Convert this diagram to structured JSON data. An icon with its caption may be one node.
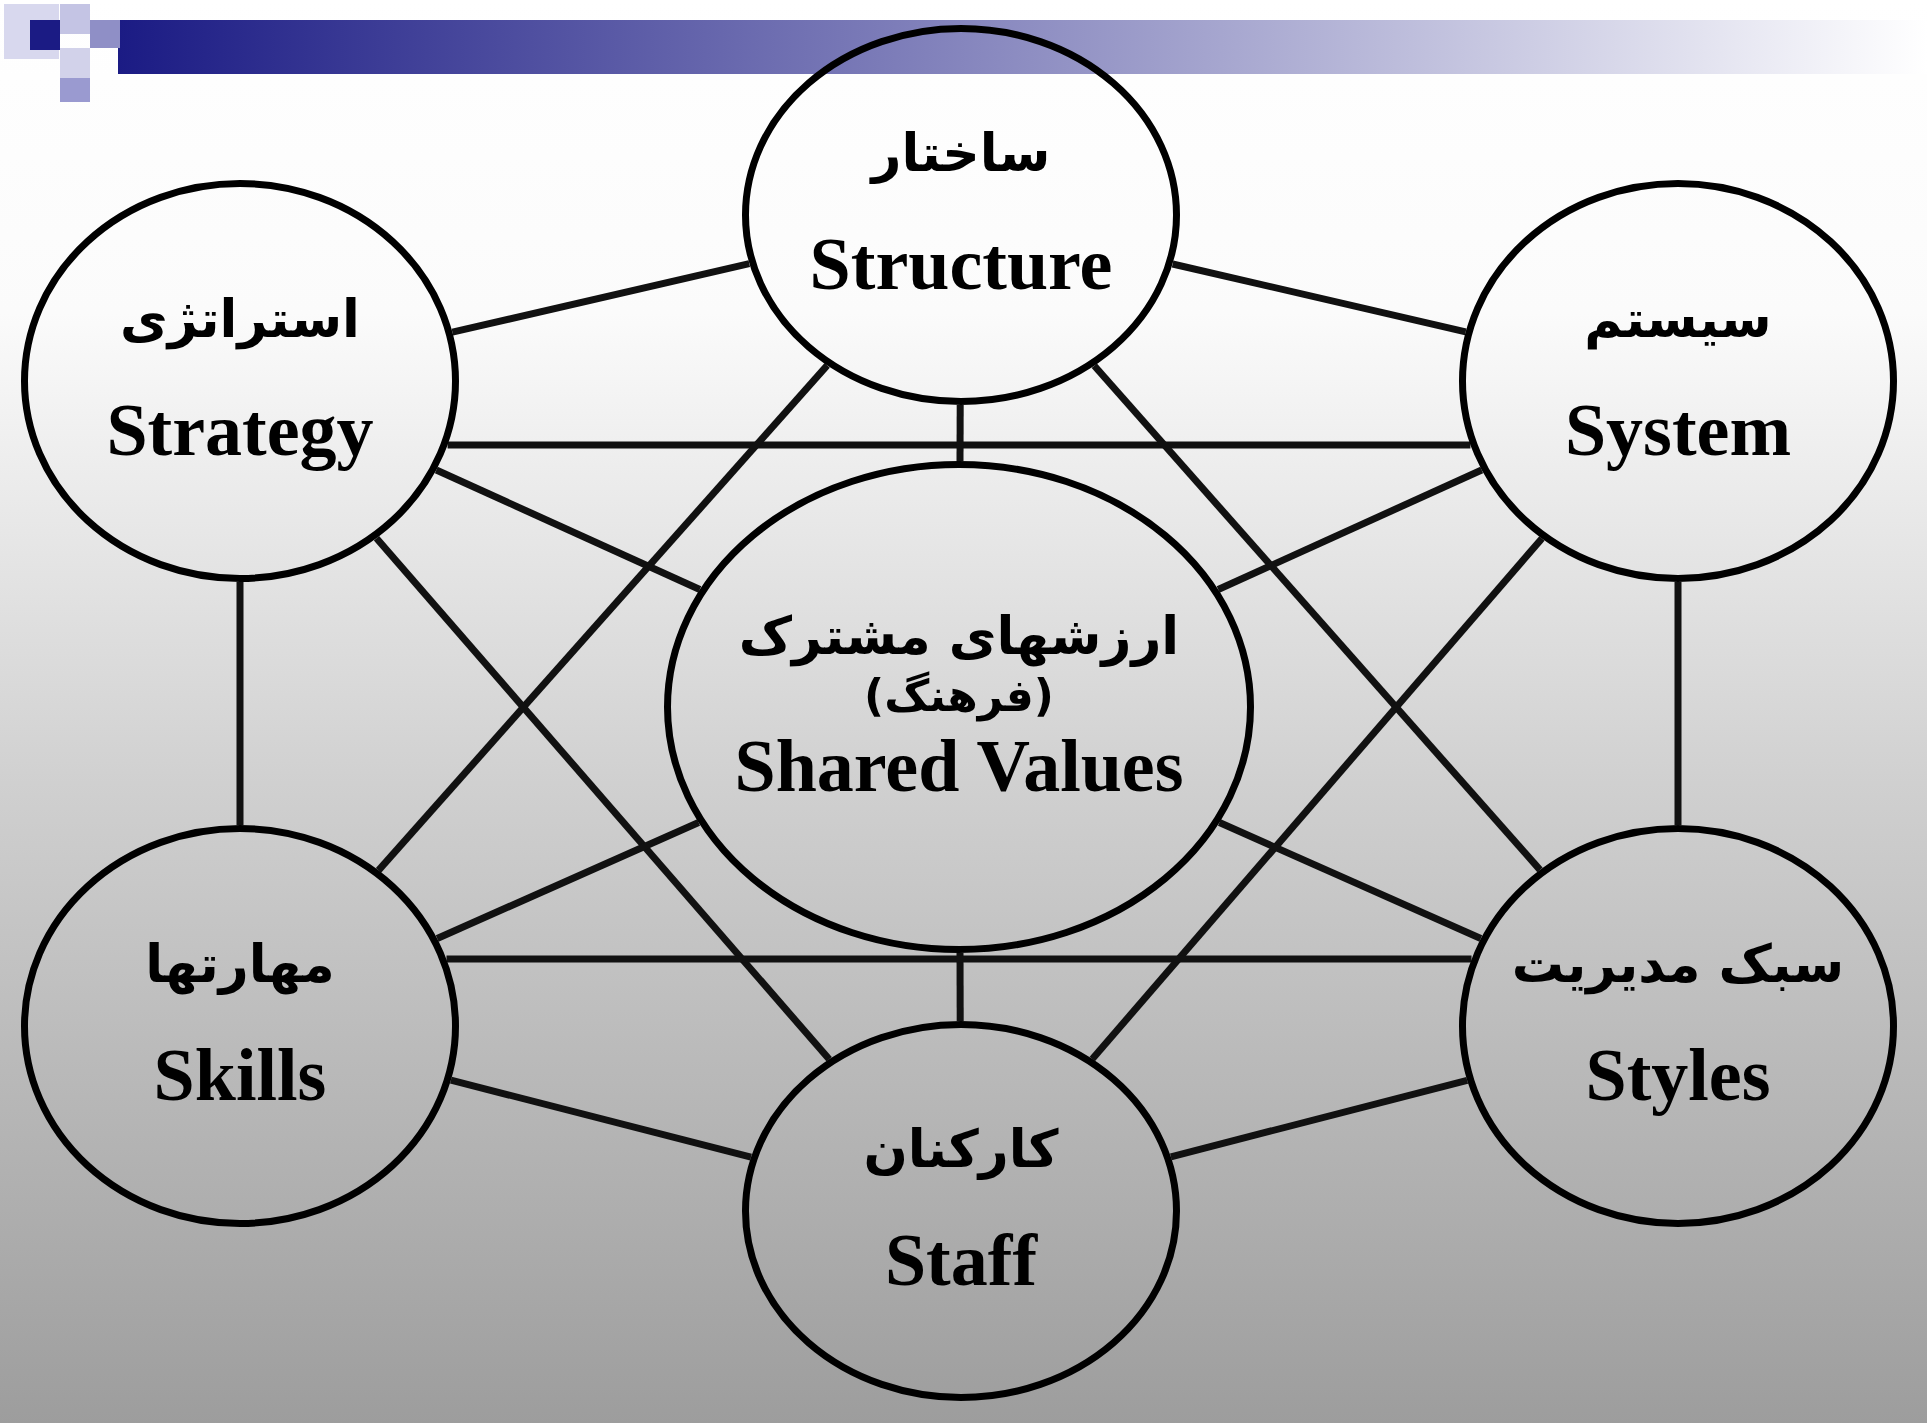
{
  "diagram": {
    "nodes": [
      {
        "text": [
          "ساختار",
          "Structure"
        ]
      },
      {
        "text": [
          "استراتژی",
          "Strategy"
        ]
      },
      {
        "text": [
          "سیستم",
          "System"
        ]
      },
      {
        "text": [
          "ارزشهای مشترک",
          "(فرهنگ)",
          "Shared Values"
        ]
      },
      {
        "text": [
          "مهارتها",
          "Skills"
        ]
      },
      {
        "text": [
          "کارکنان",
          "Staff"
        ]
      },
      {
        "text": [
          "سبک مدیریت",
          "Styles"
        ]
      }
    ],
    "edges": [
      {
        "from": 1,
        "to": 0,
        "arrow": "none"
      },
      {
        "from": 0,
        "to": 2,
        "arrow": "none"
      },
      {
        "from": 1,
        "to": 2,
        "arrow": "none"
      },
      {
        "from": 0,
        "to": 3,
        "arrow": "none"
      },
      {
        "from": 0,
        "to": 4,
        "arrow": "none"
      },
      {
        "from": 0,
        "to": 6,
        "arrow": "none"
      },
      {
        "from": 1,
        "to": 3,
        "arrow": "none"
      },
      {
        "from": 1,
        "to": 5,
        "arrow": "none"
      },
      {
        "from": 1,
        "to": 4,
        "arrow": "none"
      },
      {
        "from": 2,
        "to": 3,
        "arrow": "none"
      },
      {
        "from": 2,
        "to": 5,
        "arrow": "none"
      },
      {
        "from": 2,
        "to": 6,
        "arrow": "none"
      },
      {
        "from": 3,
        "to": 4,
        "arrow": "none"
      },
      {
        "from": 3,
        "to": 6,
        "arrow": "none"
      },
      {
        "from": 3,
        "to": 5,
        "arrow": "none"
      },
      {
        "from": 4,
        "to": 6,
        "arrow": "none"
      },
      {
        "from": 4,
        "to": 5,
        "arrow": "none"
      },
      {
        "from": 5,
        "to": 6,
        "arrow": "none"
      }
    ]
  }
}
